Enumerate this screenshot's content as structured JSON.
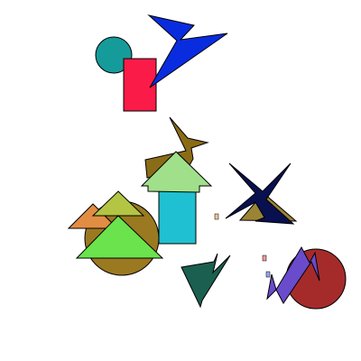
{
  "canvas": {
    "background": "#ffffff"
  },
  "palette": {
    "teal": "#169b9b",
    "crimson": "#fb1b48",
    "blue": "#0a2cdf",
    "olive": "#8b6c16",
    "pale_green": "#a0e08b",
    "cyan": "#1fc0d1",
    "navy": "#09104f",
    "khaki": "#9c8436",
    "orange": "#e28d44",
    "brown_olive": "#9b7921",
    "lime": "#6be34d",
    "yellow_green": "#b4c543",
    "dark_green": "#1a5f4f",
    "purple": "#6a4bcc",
    "dark_red": "#a52b2b",
    "light_red": "#ef9a9a",
    "light_blue": "#9aa6ef",
    "light_orange": "#f2c29a"
  },
  "shapes": [
    {
      "name": "teal-circle",
      "color": "teal"
    },
    {
      "name": "crimson-rectangle",
      "color": "crimson"
    },
    {
      "name": "blue-arrow-shape",
      "color": "blue"
    },
    {
      "name": "olive-kite-shape",
      "color": "olive"
    },
    {
      "name": "pale-green-triangle",
      "color": "pale_green"
    },
    {
      "name": "cyan-rectangle",
      "color": "cyan"
    },
    {
      "name": "khaki-triangle",
      "color": "khaki"
    },
    {
      "name": "navy-star-shape",
      "color": "navy"
    },
    {
      "name": "brown-olive-circle",
      "color": "brown_olive"
    },
    {
      "name": "orange-triangle",
      "color": "orange"
    },
    {
      "name": "yellow-green-triangle",
      "color": "yellow_green"
    },
    {
      "name": "lime-triangle",
      "color": "lime"
    },
    {
      "name": "dark-green-triangle",
      "color": "dark_green"
    },
    {
      "name": "dark-red-circle",
      "color": "dark_red"
    },
    {
      "name": "purple-zigzag-shape",
      "color": "purple"
    },
    {
      "name": "tiny-orange-square",
      "color": "light_orange"
    },
    {
      "name": "tiny-red-square",
      "color": "light_red"
    },
    {
      "name": "tiny-blue-square",
      "color": "light_blue"
    }
  ]
}
